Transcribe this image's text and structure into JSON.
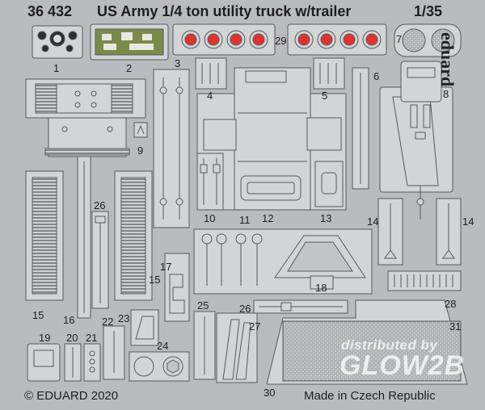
{
  "header": {
    "code": "36 432",
    "title": "US Army 1/4 ton utility truck w/trailer",
    "scale": "1/35"
  },
  "brand": "eduard",
  "footer": {
    "copyright": "© EDUARD 2020",
    "made_in": "Made in Czech Republic"
  },
  "watermark": {
    "line1": "distributed by",
    "line2": "GLOW2B"
  },
  "part_numbers": {
    "p1": "1",
    "p2": "2",
    "p3": "3",
    "p4": "4",
    "p5": "5",
    "p6": "6",
    "p7": "7",
    "p8": "8",
    "p9": "9",
    "p10": "10",
    "p11": "11",
    "p12": "12",
    "p13": "13",
    "p14a": "14",
    "p14b": "14",
    "p15a": "15",
    "p15b": "15",
    "p16": "16",
    "p17": "17",
    "p18": "18",
    "p19": "19",
    "p20": "20",
    "p21": "21",
    "p22": "22",
    "p23": "23",
    "p24": "24",
    "p25": "25",
    "p26a": "26",
    "p26b": "26",
    "p27": "27",
    "p28": "28",
    "p29": "29",
    "p30": "30",
    "p31": "31"
  },
  "colors": {
    "background": "#b9bcbf",
    "fret": "#d2d4d6",
    "olive": "#7a8a4a",
    "red_light": "#e0332e",
    "line": "#555a5e"
  }
}
